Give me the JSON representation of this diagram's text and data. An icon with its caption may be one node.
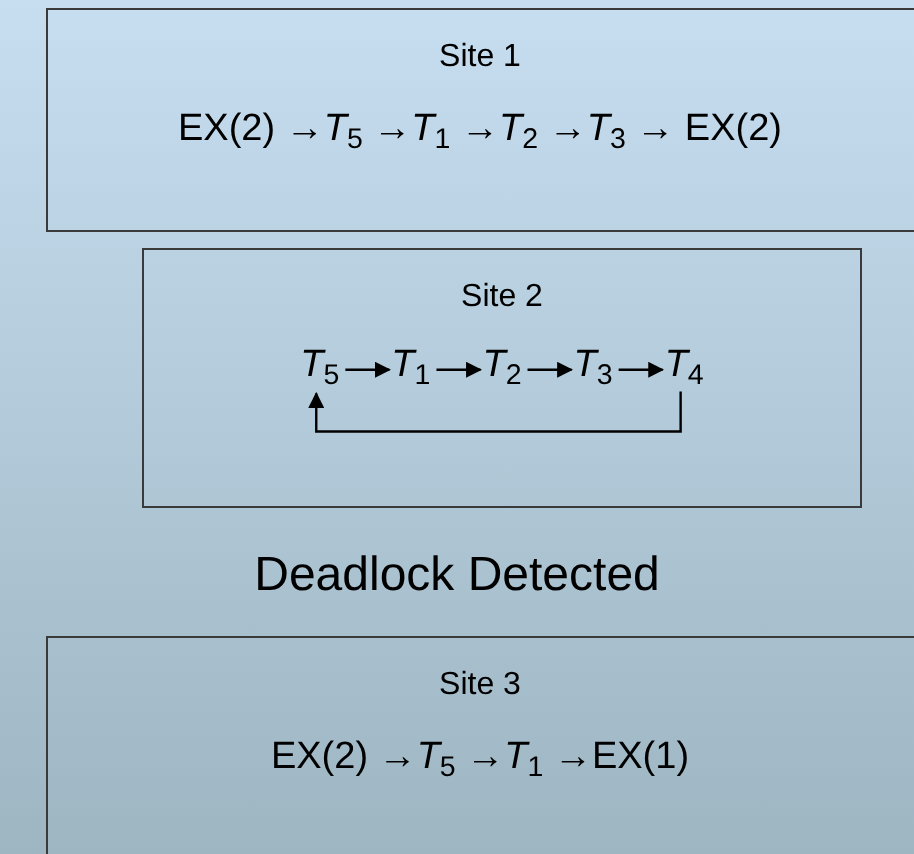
{
  "diagram": {
    "nodes": [
      {
        "text": [
          "Site 1",
          "EX(2) →*T*$_{5}$ →*T*$_{1}$ →*T*$_{2}$ →*T*$_{3}$ → EX(2)"
        ]
      },
      {
        "text": [
          "Site 2"
        ]
      },
      {
        "text": [
          "*T*$_{5}$"
        ],
        "in": 1
      },
      {
        "text": [
          "*T*$_{1}$"
        ],
        "in": 1
      },
      {
        "text": [
          "*T*$_{2}$"
        ],
        "in": 1
      },
      {
        "text": [
          "*T*$_{3}$"
        ],
        "in": 1
      },
      {
        "text": [
          "*T*$_{4}$"
        ],
        "in": 1
      },
      {
        "text": [
          "Site 3",
          "EX(2) →*T*$_{5}$ →*T*$_{1}$ →EX(1)"
        ]
      }
    ],
    "edges": [
      {
        "from": 2,
        "to": 3,
        "arrow": "to"
      },
      {
        "from": 3,
        "to": 4,
        "arrow": "to"
      },
      {
        "from": 4,
        "to": 5,
        "arrow": "to"
      },
      {
        "from": 5,
        "to": 6,
        "arrow": "to"
      },
      {
        "from": 6,
        "to": 2,
        "arrow": "to"
      }
    ],
    "labels": [
      "Deadlock Detected"
    ]
  }
}
